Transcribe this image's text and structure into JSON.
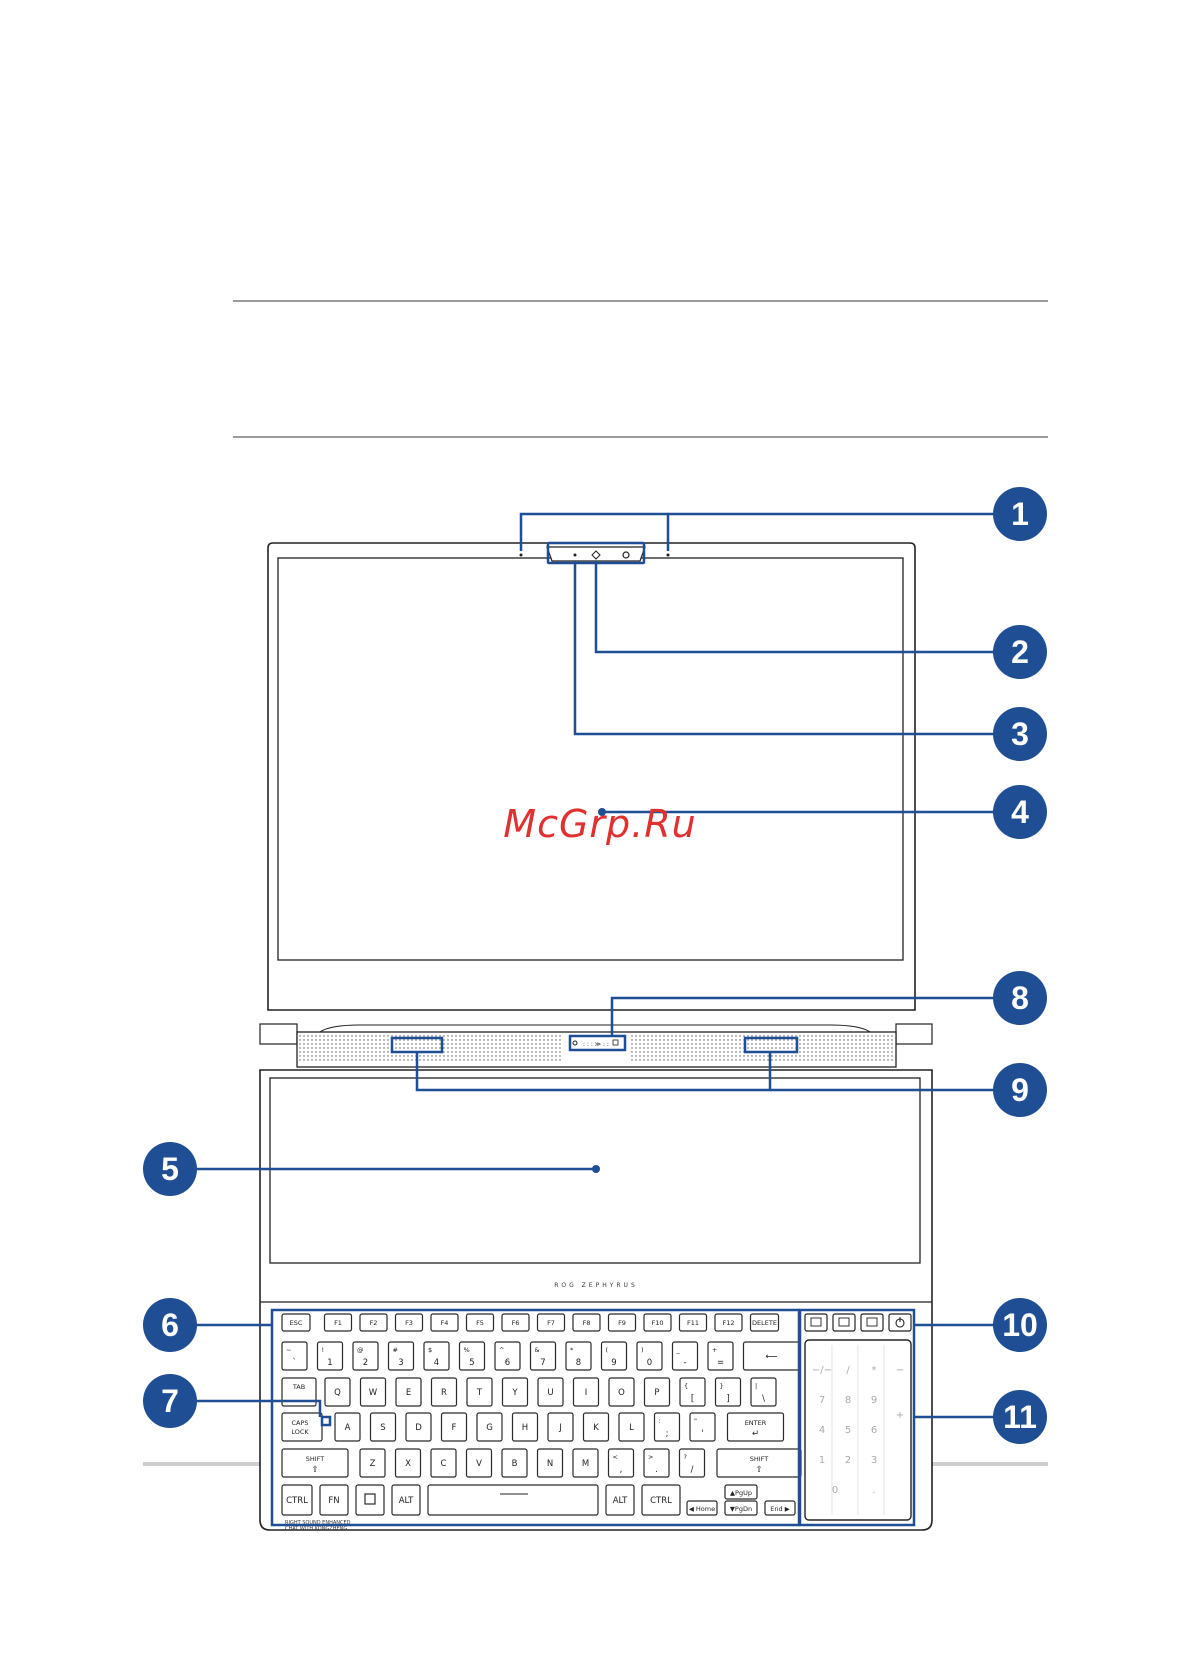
{
  "watermark": "McGrp.Ru",
  "callouts": [
    "1",
    "2",
    "3",
    "4",
    "5",
    "6",
    "7",
    "8",
    "9",
    "10",
    "11"
  ],
  "brand_logo": "ROG ZEPHYRUS",
  "keyboard": {
    "row_fn": [
      "ESC",
      "F1",
      "F2",
      "F3",
      "F4",
      "F5",
      "F6",
      "F7",
      "F8",
      "F9",
      "F10",
      "F11",
      "F12",
      "DELETE"
    ],
    "row_num": [
      [
        "~",
        "`"
      ],
      [
        "!",
        "1"
      ],
      [
        "@",
        "2"
      ],
      [
        "#",
        "3"
      ],
      [
        "$",
        "4"
      ],
      [
        "%",
        "5"
      ],
      [
        "^",
        "6"
      ],
      [
        "&",
        "7"
      ],
      [
        "*",
        "8"
      ],
      [
        "(",
        "9"
      ],
      [
        ")",
        "0"
      ],
      [
        "_",
        "-"
      ],
      [
        "+",
        "="
      ]
    ],
    "backspace": "⟵",
    "tab_label": "TAB",
    "row_q": [
      "Q",
      "W",
      "E",
      "R",
      "T",
      "Y",
      "U",
      "I",
      "O",
      "P",
      [
        "{",
        "["
      ],
      [
        "}",
        "]"
      ],
      [
        "|",
        "\\"
      ]
    ],
    "caps_label": [
      "CAPS",
      "LOCK"
    ],
    "row_a": [
      "A",
      "S",
      "D",
      "F",
      "G",
      "H",
      "J",
      "K",
      "L",
      [
        ":",
        ";"
      ],
      [
        "\"",
        "'"
      ]
    ],
    "enter_label": "ENTER",
    "shift_label": "SHIFT",
    "row_z": [
      "Z",
      "X",
      "C",
      "V",
      "B",
      "N",
      "M",
      [
        "<",
        ","
      ],
      [
        ">",
        "."
      ],
      [
        "?",
        "/"
      ]
    ],
    "ctrl_label": "CTRL",
    "fn_label": "FN",
    "alt_label": "ALT",
    "pgup_label": "▲PgUp",
    "pgdn_label": "▼PgDn",
    "home_label": "◀ Home",
    "end_label": "End ▶"
  },
  "numpad": [
    "−/−",
    "/",
    "*",
    "−",
    "7",
    "8",
    "9",
    "+",
    "4",
    "5",
    "6",
    "1",
    "2",
    "3",
    "0",
    "."
  ],
  "notes": [
    "RIGHT SOUND ENHANCED",
    "CHAT WITH KONGZHENG"
  ]
}
